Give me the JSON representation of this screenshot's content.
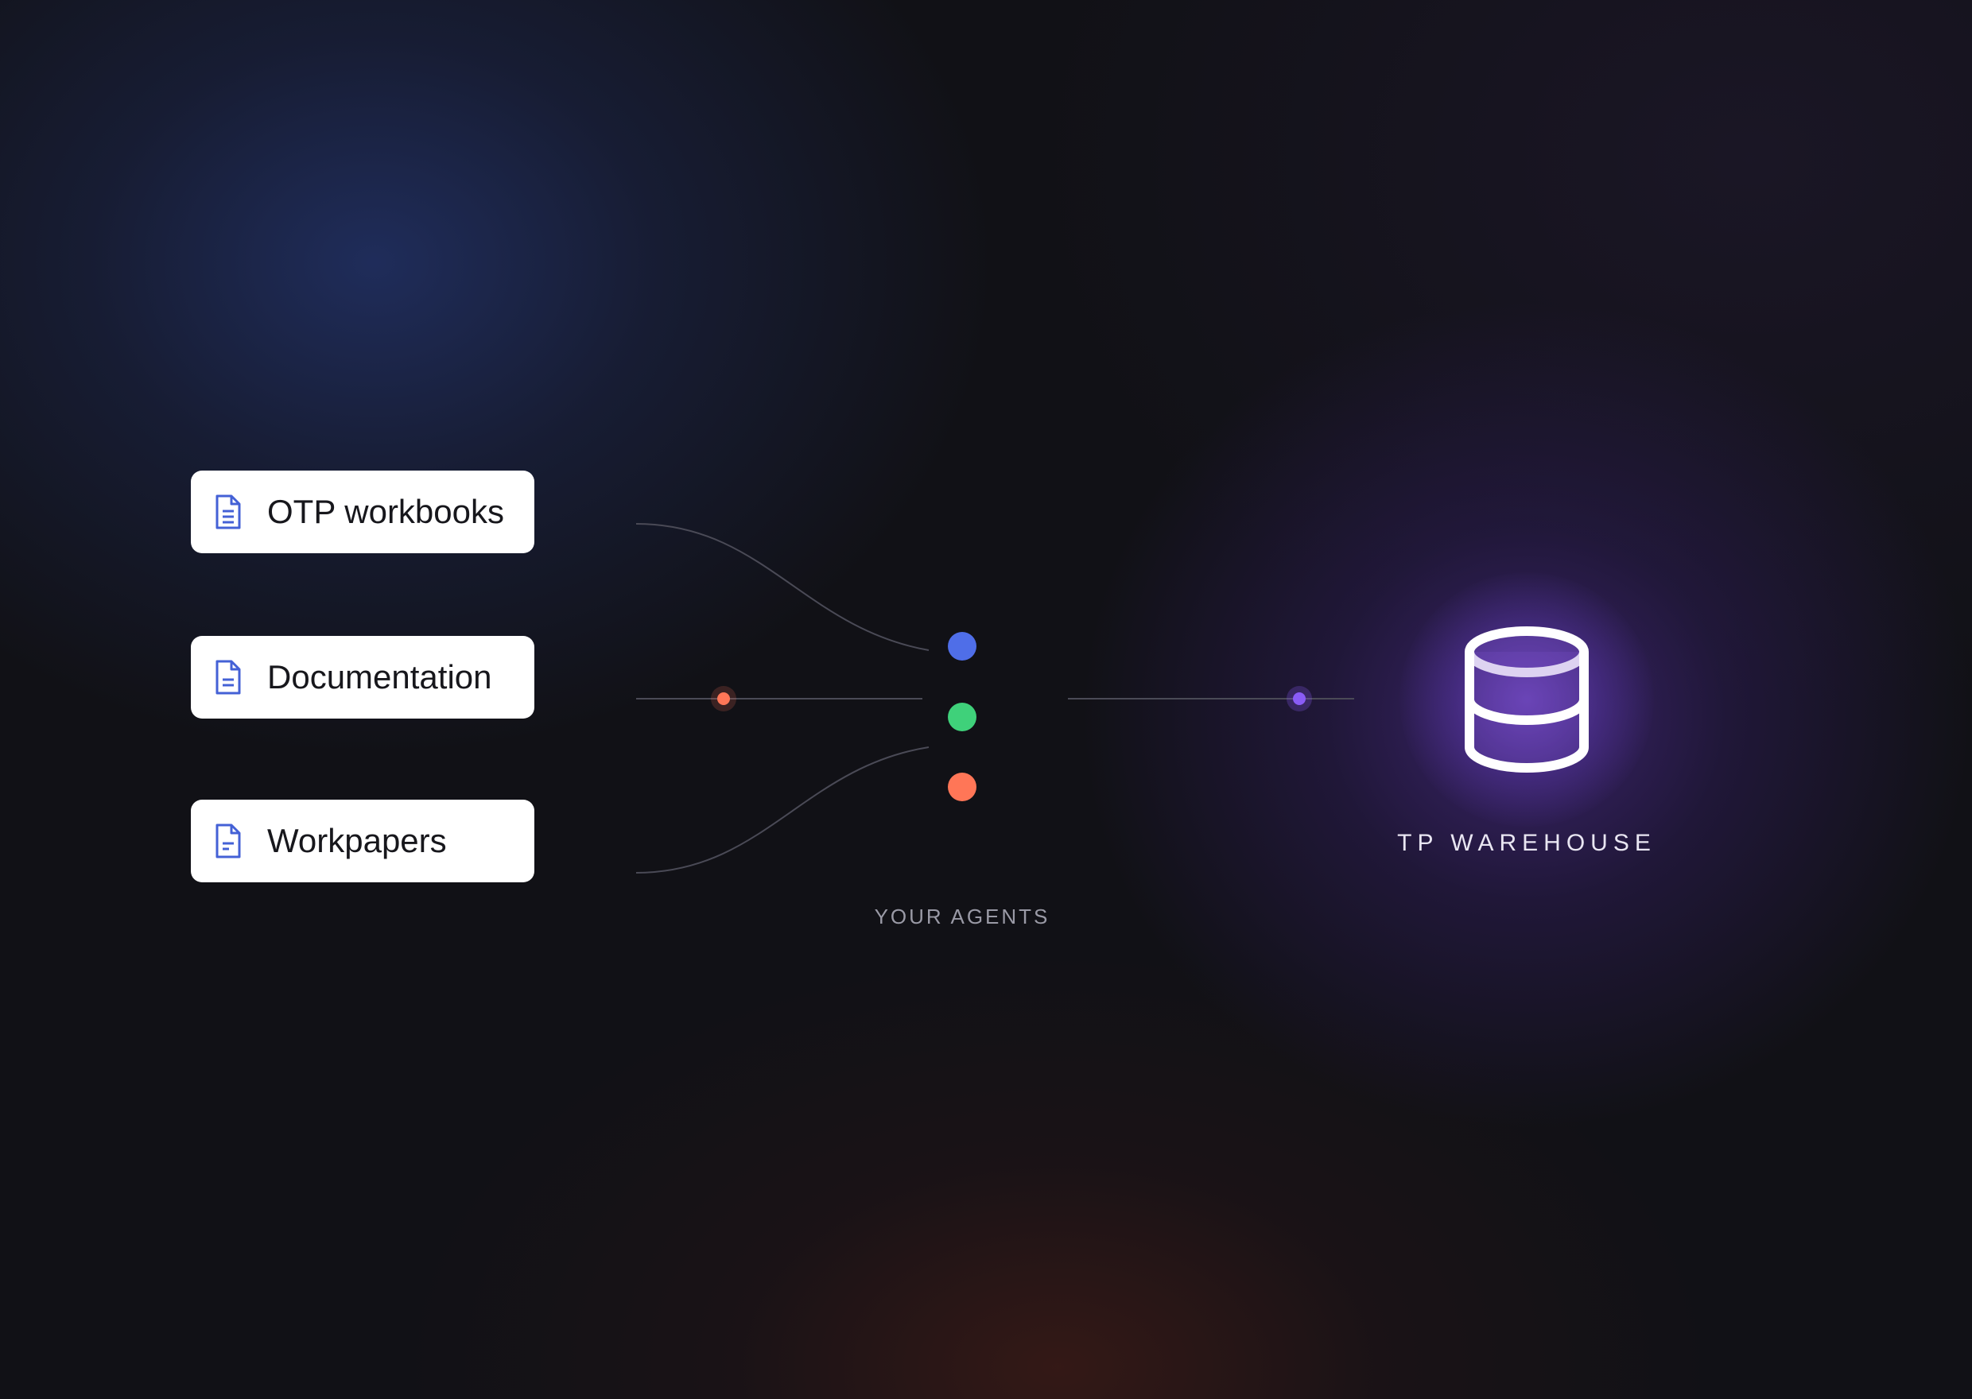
{
  "sources": [
    {
      "label": "OTP workbooks",
      "icon": "document-icon"
    },
    {
      "label": "Documentation",
      "icon": "document-icon"
    },
    {
      "label": "Workpapers",
      "icon": "document-icon"
    }
  ],
  "agents": {
    "label": "YOUR AGENTS",
    "dot_colors": [
      "#4f6ee8",
      "#3fd17a",
      "#ff7657"
    ]
  },
  "warehouse": {
    "label": "TP WAREHOUSE",
    "icon": "database-icon"
  },
  "colors": {
    "card_bg": "#ffffff",
    "doc_icon": "#4461d6",
    "wire": "#4a4a56",
    "pulse_left": "#ff7657",
    "pulse_right": "#8a5cf6"
  }
}
